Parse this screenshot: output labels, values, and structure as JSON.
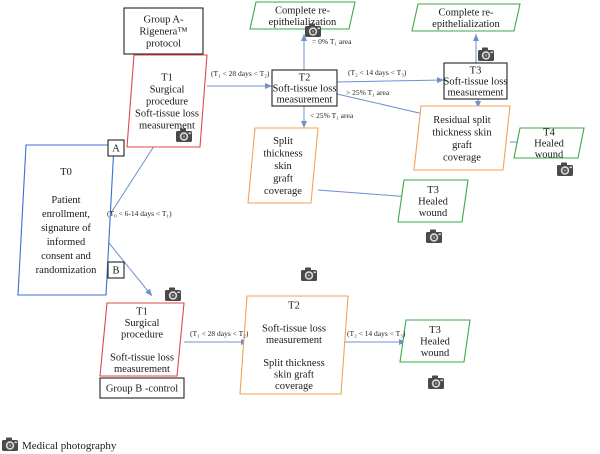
{
  "nodes": {
    "group_a": {
      "lines": [
        "Group A-",
        "Rigenera™",
        "protocol"
      ]
    },
    "t0": {
      "lines": [
        "T0",
        "",
        "Patient",
        "enrollment,",
        "signature of",
        "informed",
        "consent and",
        "randomization"
      ]
    },
    "t1a": {
      "lines": [
        "T1",
        "Surgical",
        "procedure",
        "Soft-tissue loss",
        "measurement"
      ]
    },
    "complete_reepi_1": {
      "lines": [
        "Complete re-",
        "epithelialization"
      ]
    },
    "t2a": {
      "lines": [
        "T2",
        "Soft-tissue loss",
        "measurement"
      ]
    },
    "complete_reepi_2": {
      "lines": [
        "Complete re-",
        "epithelialization"
      ]
    },
    "t3a": {
      "lines": [
        "T3",
        "Soft-tissue loss",
        "measurement"
      ]
    },
    "split_a": {
      "lines": [
        "Split",
        "thickness",
        "skin",
        "graft",
        "coverage"
      ]
    },
    "residual": {
      "lines": [
        "Residual split",
        "thickness skin",
        "graft",
        "coverage"
      ]
    },
    "t4": {
      "lines": [
        "T4",
        "Healed",
        "wound"
      ]
    },
    "t3_healed_a": {
      "lines": [
        "T3",
        "Healed",
        "wound"
      ]
    },
    "label_a": {
      "lines": [
        "A"
      ]
    },
    "label_b": {
      "lines": [
        "B"
      ]
    },
    "t1b": {
      "lines": [
        "T1",
        "Surgical",
        "procedure",
        "",
        "Soft-tissue loss",
        "measurement"
      ]
    },
    "group_b": {
      "lines": [
        "Group B -control"
      ]
    },
    "t2b": {
      "lines": [
        "T2",
        "",
        "Soft-tissue loss",
        "measurement",
        "",
        "Split thickness",
        "skin graft",
        "coverage"
      ]
    },
    "t3_healed_b": {
      "lines": [
        "T3",
        "Healed",
        "wound"
      ]
    }
  },
  "edge_labels": {
    "t0_t1": "(T₀ < 6-14 days < T₁)",
    "t1_t2_a": "(T₁ < 28 days < T₂)",
    "t2_complete": "= 0% T₁ area",
    "t2_t3_a": "(T₂ < 14 days < T₃)",
    "t2_gt25": "> 25% T₁ area",
    "t2_lt25": "< 25% T₁ area",
    "t1_t2_b": "(T₁ < 28 days < T₂)",
    "t2_t3_b": "(T₂ < 14 days < T₃)"
  },
  "legend": {
    "label": "Medical photography",
    "icon": "camera-icon"
  },
  "colors": {
    "t0": "#3a6fd0",
    "red": "#e0464a",
    "green": "#3aaa48",
    "orange": "#f0a25a",
    "black": "#222222",
    "arrow": "#6f8fd0"
  }
}
